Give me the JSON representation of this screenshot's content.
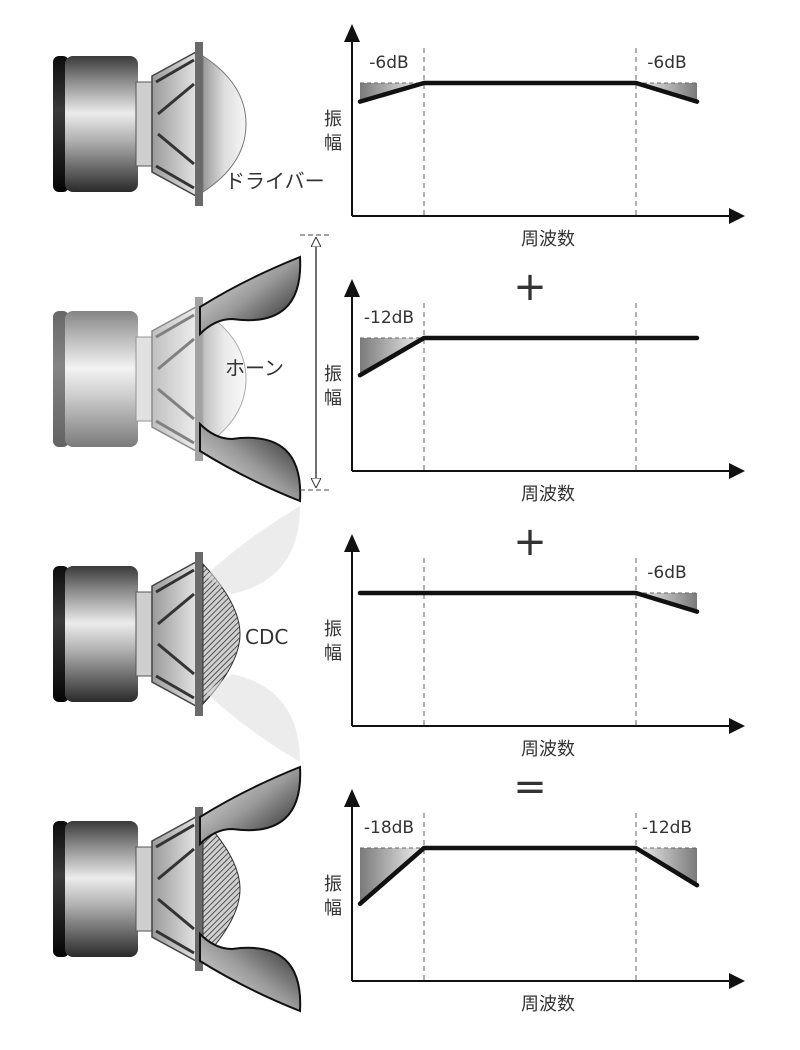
{
  "panels": [
    {
      "id": "driver",
      "speaker_label": "ドライバー",
      "show_horn": false,
      "show_cdc": false,
      "ghost_horn": false,
      "faded": false,
      "amplitude_label": [
        "振",
        "幅"
      ],
      "frequency_label": "周波数",
      "chart_data": {
        "type": "line",
        "x": [
          0,
          10,
          40,
          50
        ],
        "y": [
          -6,
          0,
          0,
          -6
        ],
        "xlabel": "周波数",
        "ylabel": "振幅",
        "annotations": [
          "-6dB",
          "-6dB"
        ]
      }
    },
    {
      "id": "horn",
      "speaker_label": "ホーン",
      "show_horn": true,
      "show_cdc": false,
      "ghost_horn": false,
      "faded": true,
      "amplitude_label": [
        "振",
        "幅"
      ],
      "frequency_label": "周波数",
      "chart_data": {
        "type": "line",
        "x": [
          0,
          10,
          40,
          50
        ],
        "y": [
          -12,
          0,
          0,
          0
        ],
        "xlabel": "周波数",
        "ylabel": "振幅",
        "annotations": [
          "-12dB"
        ]
      }
    },
    {
      "id": "cdc",
      "speaker_label": "CDC",
      "show_horn": false,
      "show_cdc": true,
      "ghost_horn": true,
      "faded": false,
      "amplitude_label": [
        "振",
        "幅"
      ],
      "frequency_label": "周波数",
      "chart_data": {
        "type": "line",
        "x": [
          0,
          10,
          40,
          50
        ],
        "y": [
          0,
          0,
          0,
          -6
        ],
        "xlabel": "周波数",
        "ylabel": "振幅",
        "annotations": [
          "-6dB"
        ]
      }
    },
    {
      "id": "combined",
      "speaker_label": "",
      "show_horn": true,
      "show_cdc": true,
      "ghost_horn": false,
      "faded": false,
      "amplitude_label": [
        "振",
        "幅"
      ],
      "frequency_label": "周波数",
      "chart_data": {
        "type": "line",
        "x": [
          0,
          10,
          40,
          50
        ],
        "y": [
          -18,
          0,
          0,
          -12
        ],
        "xlabel": "周波数",
        "ylabel": "振幅",
        "annotations": [
          "-18dB",
          "-12dB"
        ]
      }
    }
  ],
  "operators": [
    "+",
    "+",
    "="
  ]
}
